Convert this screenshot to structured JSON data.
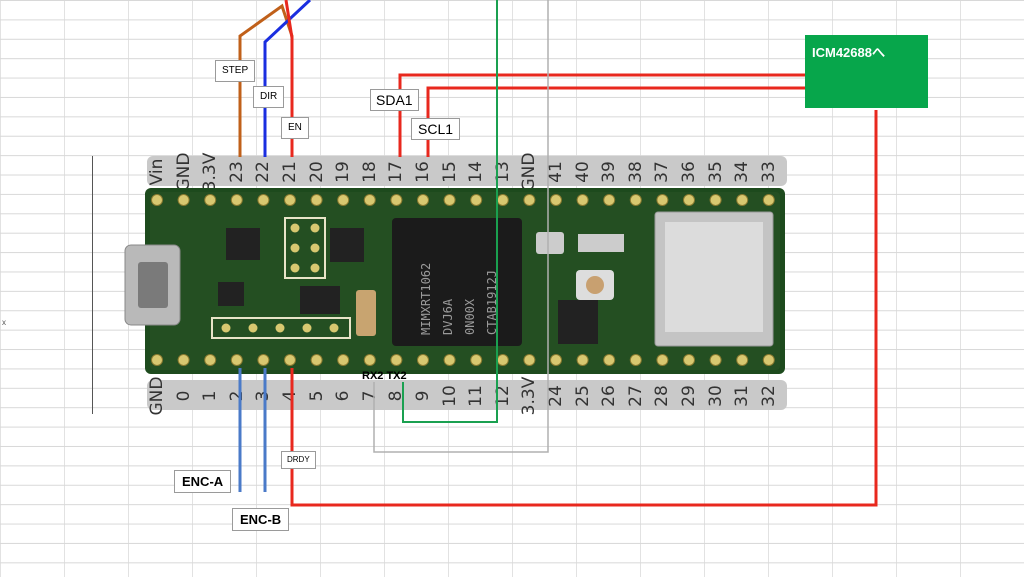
{
  "top_pins": [
    "Vin",
    "GND",
    "3.3V",
    "23",
    "22",
    "21",
    "20",
    "19",
    "18",
    "17",
    "16",
    "15",
    "14",
    "13",
    "GND",
    "41",
    "40",
    "39",
    "38",
    "37",
    "36",
    "35",
    "34",
    "33"
  ],
  "bottom_pins": [
    "GND",
    "0",
    "1",
    "2",
    "3",
    "4",
    "5",
    "6",
    "7",
    "8",
    "9",
    "10",
    "11",
    "12",
    "3.3V",
    "24",
    "25",
    "26",
    "27",
    "28",
    "29",
    "30",
    "31",
    "32"
  ],
  "labels": {
    "step": "STEP",
    "dir": "DIR",
    "en": "EN",
    "sda1": "SDA1",
    "scl1": "SCL1",
    "icm": "ICM42688へ",
    "rx2tx2": "RX2 TX2",
    "drdy": "DRDY",
    "enc_a": "ENC-A",
    "enc_b": "ENC-B",
    "marker": "x"
  },
  "chip_text": [
    "MIMXRT1062",
    "DVJ6A",
    "0N00X",
    "CTAB1912J"
  ],
  "colors": {
    "step_wire": "#c0601a",
    "dir_wire": "#1a2ee0",
    "en_wire": "#e8281e",
    "i2c_wire": "#e8281e",
    "drdy_wire": "#e8281e",
    "enc_wire": "#4a7ac8",
    "serial_wire": "#1aa050",
    "icm_module": "#07a64b",
    "board": "#1d4a1d"
  }
}
